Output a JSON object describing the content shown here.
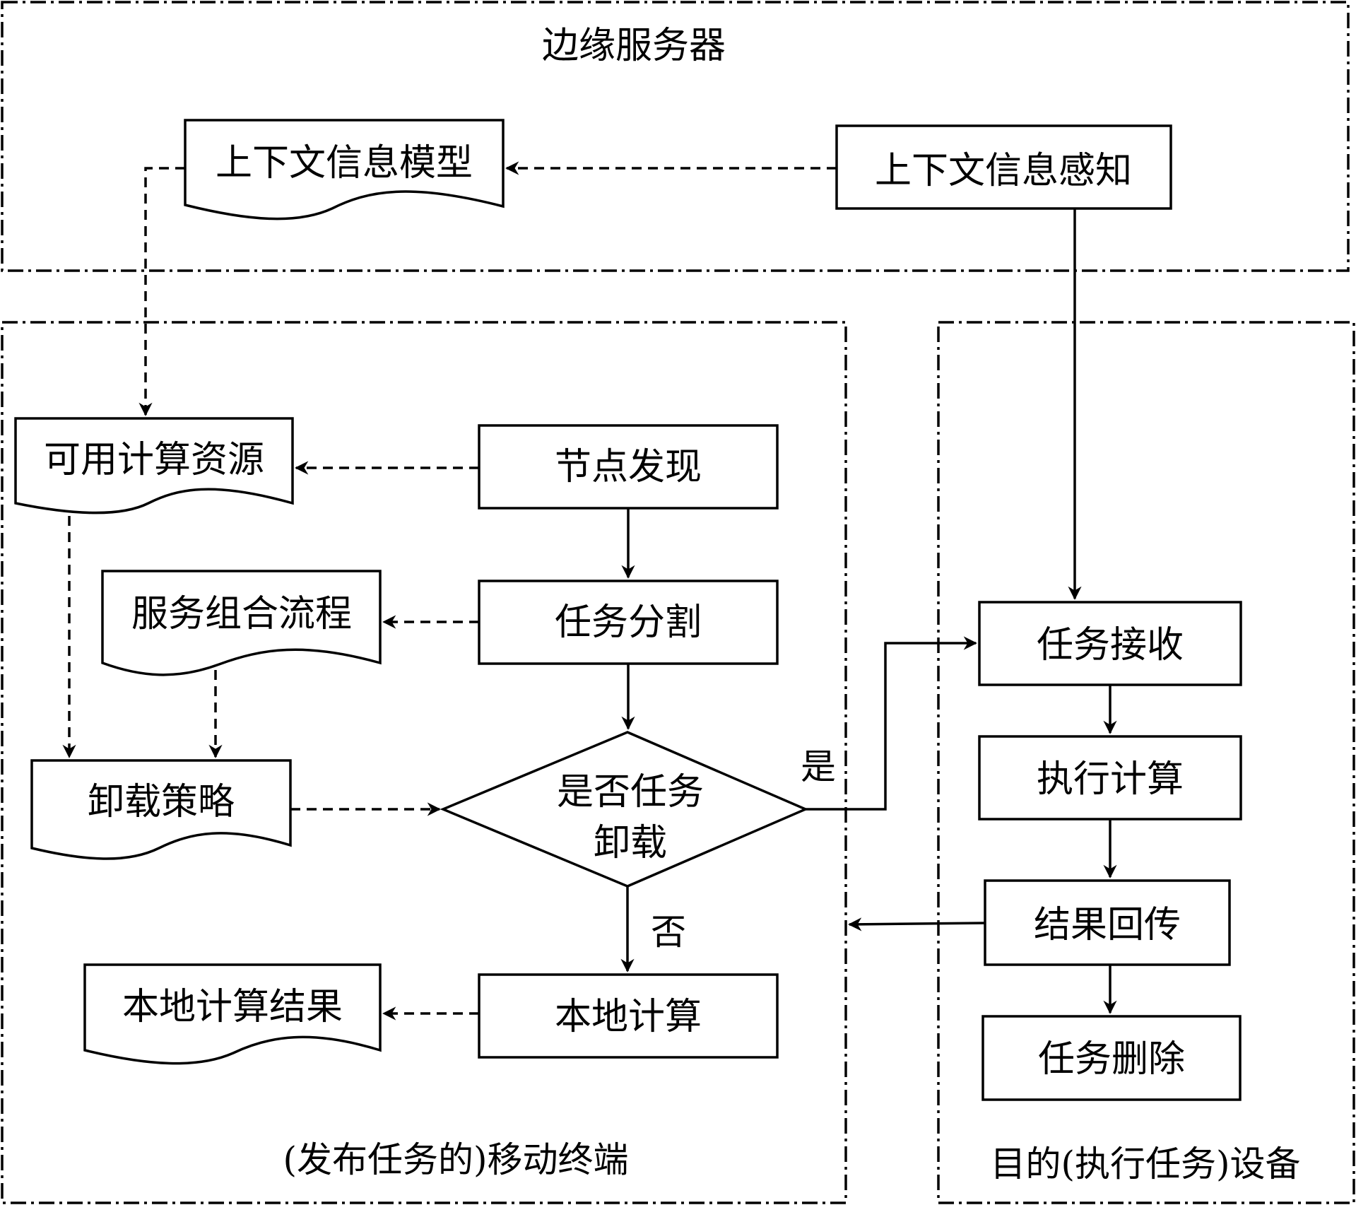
{
  "regions": {
    "edge_server": "边缘服务器",
    "mobile_terminal": "(发布任务的)移动终端",
    "target_device": "目的(执行任务)设备"
  },
  "nodes": {
    "context_model": "上下文信息模型",
    "context_sense": "上下文信息感知",
    "available_resources": "可用计算资源",
    "node_discovery": "节点发现",
    "service_flow": "服务组合流程",
    "task_split": "任务分割",
    "offload_policy": "卸载策略",
    "decision_line1": "是否任务",
    "decision_line2": "卸载",
    "local_result": "本地计算结果",
    "local_compute": "本地计算",
    "task_receive": "任务接收",
    "exec_compute": "执行计算",
    "result_return": "结果回传",
    "task_delete": "任务删除"
  },
  "edge_labels": {
    "yes": "是",
    "no": "否"
  }
}
